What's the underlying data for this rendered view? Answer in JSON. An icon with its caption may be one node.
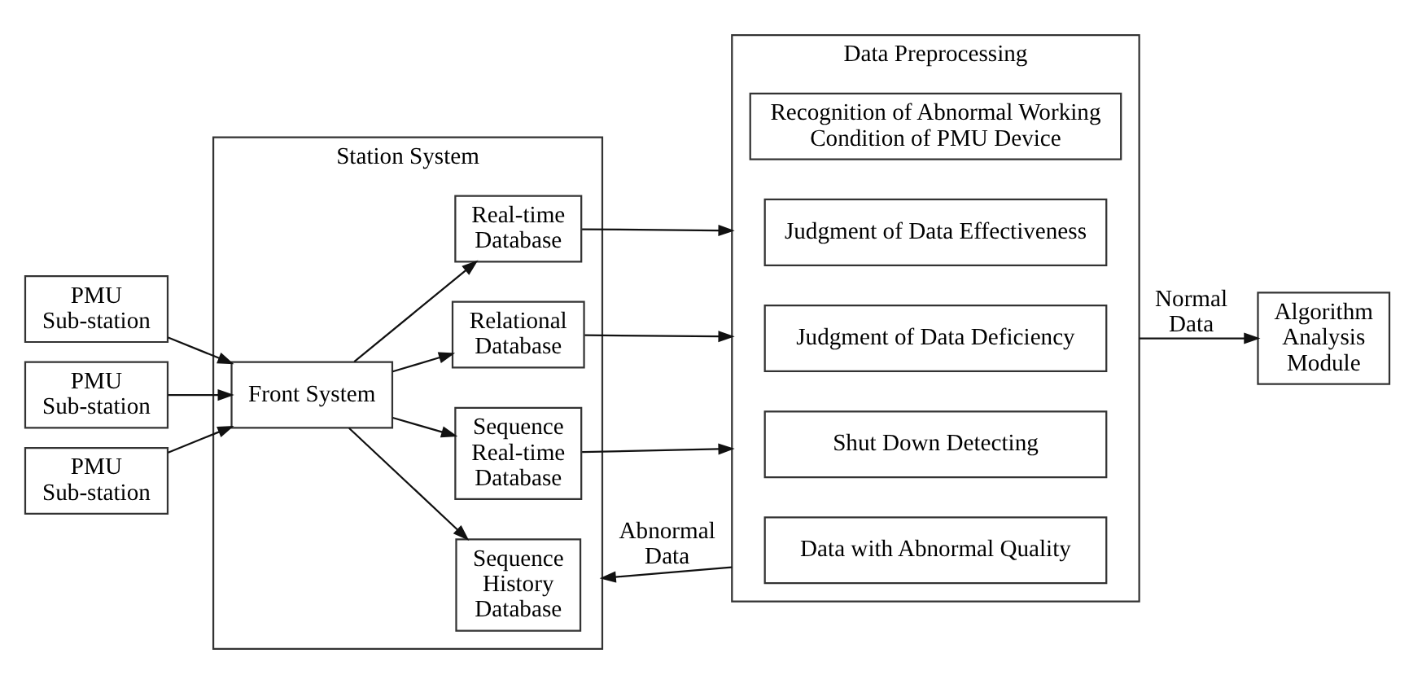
{
  "diagram": {
    "nodes": [
      {
        "text": [
          "PMU Sub-station"
        ]
      },
      {
        "text": [
          "PMU Sub-station"
        ]
      },
      {
        "text": [
          "PMU Sub-station"
        ]
      },
      {
        "text": [
          "Station System"
        ]
      },
      {
        "text": [
          "Front System"
        ],
        "in": 3
      },
      {
        "text": [
          "Real-time Database"
        ],
        "in": 3
      },
      {
        "text": [
          "Relational Database"
        ],
        "in": 3
      },
      {
        "text": [
          "Sequence Real-time Database"
        ],
        "in": 3
      },
      {
        "text": [
          "Sequence History Database"
        ],
        "in": 3
      },
      {
        "text": [
          "Data Preprocessing"
        ]
      },
      {
        "text": [
          "Recognition of Abnormal Working Condition of PMU Device"
        ],
        "in": 9
      },
      {
        "text": [
          "Judgment of Data Effectiveness"
        ],
        "in": 9
      },
      {
        "text": [
          "Judgment of Data Deficiency"
        ],
        "in": 9
      },
      {
        "text": [
          "Shut Down Detecting"
        ],
        "in": 9
      },
      {
        "text": [
          "Data with Abnormal Quality"
        ],
        "in": 9
      },
      {
        "text": [
          "Algorithm Analysis Module"
        ]
      }
    ],
    "edges": [
      {
        "from": 0,
        "to": 4,
        "arrow": "to"
      },
      {
        "from": 1,
        "to": 4,
        "arrow": "to"
      },
      {
        "from": 2,
        "to": 4,
        "arrow": "to"
      },
      {
        "from": 4,
        "to": 5,
        "arrow": "to"
      },
      {
        "from": 4,
        "to": 6,
        "arrow": "to"
      },
      {
        "from": 4,
        "to": 7,
        "arrow": "to"
      },
      {
        "from": 4,
        "to": 8,
        "arrow": "to"
      },
      {
        "from": 5,
        "to": 9,
        "arrow": "to"
      },
      {
        "from": 6,
        "to": 9,
        "arrow": "to"
      },
      {
        "from": 7,
        "to": 9,
        "arrow": "to"
      },
      {
        "from": 9,
        "to": 15,
        "arrow": "to",
        "label": "Normal Data"
      },
      {
        "from": 9,
        "to": 3,
        "arrow": "to",
        "label": "Abnormal Data"
      }
    ]
  }
}
